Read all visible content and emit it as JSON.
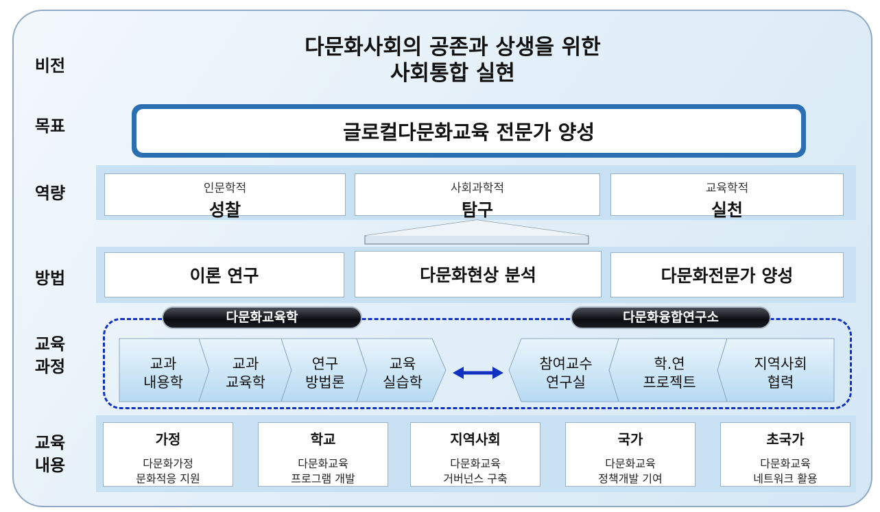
{
  "row_labels": {
    "vision": "비전",
    "goal": "목표",
    "competency": "역량",
    "method": "방법",
    "curriculum": [
      "교육",
      "과정"
    ],
    "content": [
      "교육",
      "내용"
    ]
  },
  "vision": [
    "다문화사회의 공존과 상생을 위한",
    "사회통합 실현"
  ],
  "goal": "글로컬다문화교육 전문가 양성",
  "competencies": [
    {
      "sub": "인문학적",
      "main": "성찰"
    },
    {
      "sub": "사회과학적",
      "main": "탐구"
    },
    {
      "sub": "교육학적",
      "main": "실천"
    }
  ],
  "methods": [
    "이론 연구",
    "다문화현상 분석",
    "다문화전문가 양성"
  ],
  "programs": {
    "left_title": "다문화교육학",
    "right_title": "다문화융합연구소",
    "left_steps": [
      [
        "교과",
        "내용학"
      ],
      [
        "교과",
        "교육학"
      ],
      [
        "연구",
        "방법론"
      ],
      [
        "교육",
        "실습학"
      ]
    ],
    "right_steps": [
      [
        "참여교수",
        "연구실"
      ],
      [
        "학.연",
        "프로젝트"
      ],
      [
        "지역사회",
        "협력"
      ]
    ]
  },
  "contents": [
    {
      "title": "가정",
      "desc": [
        "다문화가정",
        "문화적응 지원"
      ]
    },
    {
      "title": "학교",
      "desc": [
        "다문화교육",
        "프로그램 개발"
      ]
    },
    {
      "title": "지역사회",
      "desc": [
        "다문화교육",
        "거버넌스 구축"
      ]
    },
    {
      "title": "국가",
      "desc": [
        "다문화교육",
        "정책개발 기여"
      ]
    },
    {
      "title": "초국가",
      "desc": [
        "다문화교육",
        "네트워크 활용"
      ]
    }
  ],
  "colors": {
    "frame_border": "#8fa9c4",
    "band": "#c9e2f3",
    "goal_border": "#2a6fb1",
    "dash": "#1030c0",
    "arrow": "#1030c0"
  }
}
